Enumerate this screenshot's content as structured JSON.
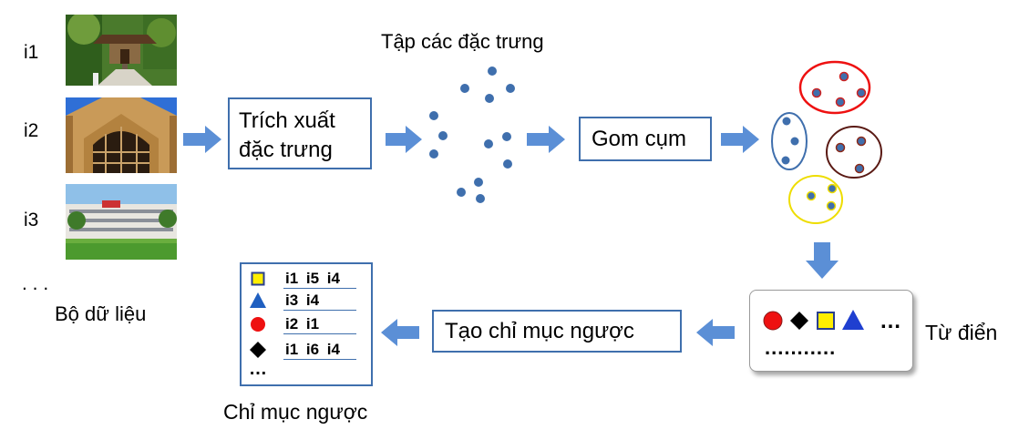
{
  "dataset": {
    "rows": [
      "i1",
      "i2",
      "i3"
    ],
    "ellipsis": ". . .",
    "caption": "Bộ dữ liệu"
  },
  "extract_box": {
    "line1": "Trích xuất",
    "line2": "đặc trưng"
  },
  "features_caption": "Tập các đặc trưng",
  "cluster_box": {
    "label": "Gom cụm"
  },
  "dictionary": {
    "ellipsis": "…",
    "dots": "...........",
    "caption": "Từ điển",
    "colors": {
      "circle": "#ee1111",
      "diamond": "#000000",
      "square": "#ffee00",
      "triangle": "#1f3fd0"
    }
  },
  "invert_box": {
    "label": "Tạo chỉ mục ngược"
  },
  "inverted_index": {
    "rows": [
      {
        "icon": "yellow-square-icon",
        "values": "i1 i5 i4"
      },
      {
        "icon": "blue-triangle-icon",
        "values": "i3 i4"
      },
      {
        "icon": "red-circle-icon",
        "values": "i2 i1"
      },
      {
        "icon": "black-diamond-icon",
        "values": "i1 i6 i4"
      }
    ],
    "ellipsis": "…",
    "caption": "Chỉ mục ngược"
  },
  "colors": {
    "box_border": "#3f6fad",
    "arrow": "#5b8fd6",
    "feature_dot": "#3f6fad"
  }
}
